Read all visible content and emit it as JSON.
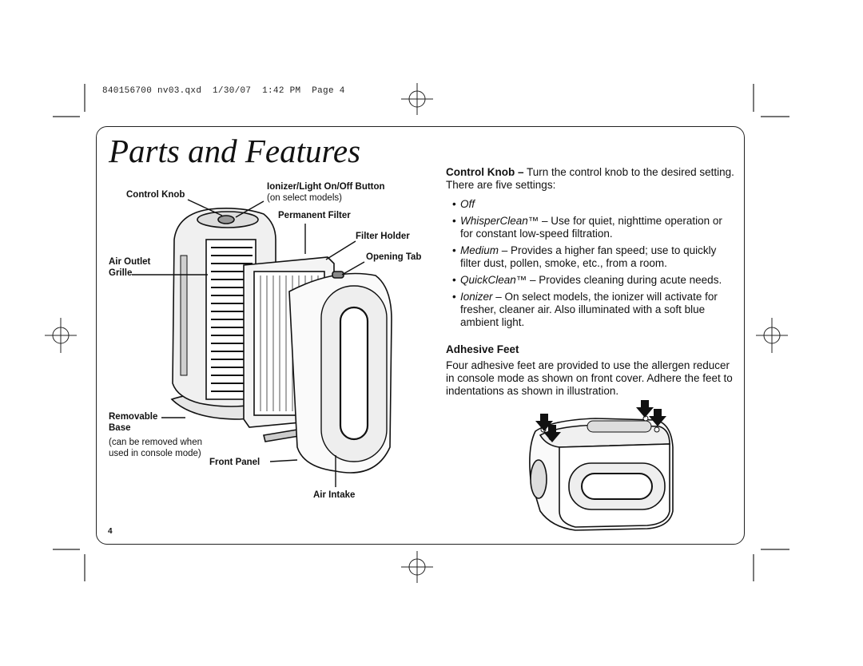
{
  "slug_line": "840156700 nv03.qxd  1/30/07  1:42 PM  Page 4",
  "page_title": "Parts and Features",
  "diagram_labels": {
    "control_knob": "Control Knob",
    "ionizer_button": "Ionizer/Light On/Off Button",
    "ionizer_note": "(on select models)",
    "permanent_filter": "Permanent Filter",
    "filter_holder": "Filter Holder",
    "opening_tab": "Opening Tab",
    "air_outlet": "Air Outlet",
    "grille": "Grille",
    "removable": "Removable",
    "base": "Base",
    "base_note_1": "(can be removed when",
    "base_note_2": "used in console mode)",
    "front_panel": "Front Panel",
    "air_intake": "Air Intake"
  },
  "control_knob_section": {
    "heading": "Control Knob –",
    "intro": " Turn the control knob to the desired setting. There are five settings:",
    "settings": [
      {
        "name": "Off",
        "desc": ""
      },
      {
        "name": "WhisperClean™",
        "desc": " – Use for quiet, nighttime operation or for constant low-speed filtration."
      },
      {
        "name": "Medium",
        "desc": " – Provides a higher fan speed; use to quickly filter dust, pollen, smoke, etc., from a room."
      },
      {
        "name": "QuickClean™",
        "desc": " – Provides cleaning during acute needs."
      },
      {
        "name": "Ionizer",
        "desc": " – On select models, the ionizer will activate for fresher, cleaner air. Also illuminated with a soft blue ambient light."
      }
    ]
  },
  "adhesive_feet": {
    "heading": "Adhesive Feet",
    "text": "Four adhesive feet are provided to use the allergen reducer in console mode as shown on front cover. Adhere the feet to indentations as shown in illustration."
  },
  "page_number": "4"
}
